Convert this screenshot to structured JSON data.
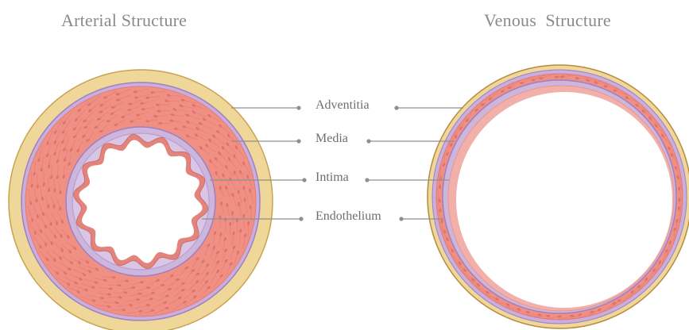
{
  "titles": {
    "arterial": "Arterial Structure",
    "venous": "Venous  Structure"
  },
  "labels": {
    "adventitia": "Adventitia",
    "media": "Media",
    "intima": "Intima",
    "endothelium": "Endothelium"
  },
  "colors": {
    "adventitia": "#efd79a",
    "adventitia_edge": "#c9a24e",
    "media": "#f08f84",
    "media_cell": "#d8675f",
    "intima": "#cdb6dc",
    "intima_edge": "#9f7fc0",
    "endothelium": "#e2847c",
    "leader": "#8f8f8f",
    "text": "#6e6e6e"
  }
}
